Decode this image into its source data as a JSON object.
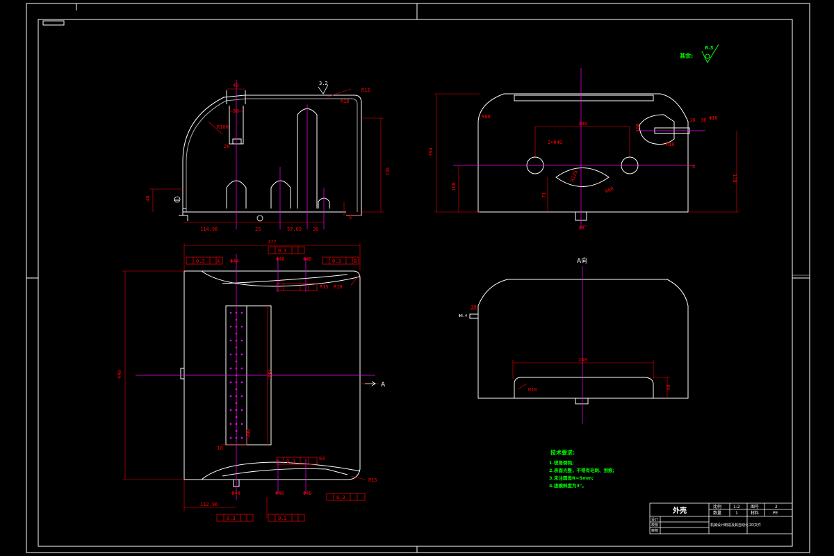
{
  "surface_finish": {
    "label": "其余:",
    "value": "6.3"
  },
  "tech_requirements": {
    "title": "技术要求:",
    "items": [
      "1.锐角倒钝;",
      "2.表面光整，不得有毛刺、划痕;",
      "3.未注圆角R=5mm;",
      "4.拔模斜度为3°。"
    ]
  },
  "view_labels": {
    "view_a": "A向",
    "arrow_a": "A"
  },
  "title_block": {
    "part_name": "外壳",
    "scale_label": "比例",
    "scale_value": "1:2",
    "sheet_label": "图号",
    "sheet_value": "2",
    "qty_label": "数量",
    "qty_value": "1",
    "material_label": "材料",
    "material_value": "PE",
    "design_label": "设计",
    "check_label": "校核",
    "approve_label": "审核",
    "school": "机械设计制造及其自动化",
    "drawing_no": "2D文件"
  },
  "dims_front": {
    "d48": "48",
    "r15": "R15",
    "r10": "R10",
    "r100": "R100",
    "d33": "33",
    "d20": "20",
    "d361": "361",
    "d40": "40",
    "d114": "114.96",
    "d25": "25",
    "d57": "57.03",
    "d30": "30",
    "d5": "5",
    "roughness": "3.2"
  },
  "dims_side": {
    "d380": "380",
    "r60": "R60",
    "d2x40": "2×Φ40",
    "d394": "394",
    "d160": "160",
    "d71": "71",
    "r125": "R125",
    "r60b": "R60",
    "m10": "M10",
    "d100": "100",
    "d16": "16",
    "d10": "Φ10",
    "d4": "4",
    "d178": "178",
    "d20": "20",
    "d36": "36"
  },
  "dims_top": {
    "d377": "377",
    "d0_3a": "0.3",
    "d44": "Φ44",
    "d40": "Φ40",
    "d40b": "Φ40",
    "d0_3b": "0.3",
    "d0_3c": "0.3",
    "r15a": "R15",
    "r18": "R18",
    "d440": "440",
    "d390": "390",
    "d300": "300",
    "d10": "10",
    "d64": "64",
    "d0_3d": "0.3",
    "d44b": "Φ44",
    "d40c": "Φ40",
    "d40d": "Φ40",
    "d0_3e": "0.3",
    "d112": "112.96",
    "d0_3f": "0.3",
    "d0_3g": "0.3",
    "r15b": "R15",
    "datum_a": "A",
    "datum_b": "B"
  },
  "dims_aview": {
    "d10": "10",
    "d6": "Φ6.4",
    "d240": "240",
    "r10": "R10",
    "d40": "40"
  }
}
